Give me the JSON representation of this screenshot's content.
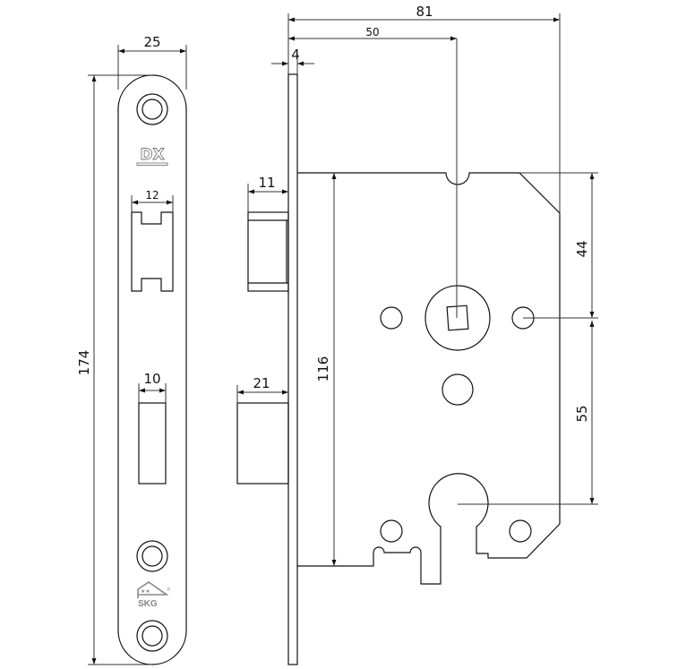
{
  "title": "Mortise lock technical drawing",
  "dimensions": {
    "faceplate_width": "25",
    "faceplate_length": "174",
    "latch_slot_width": "12",
    "bolt_slot_width": "10",
    "faceplate_thickness": "4",
    "backset_total": "81",
    "backset": "50",
    "latch_projection": "11",
    "bolt_projection": "21",
    "body_height": "116",
    "top_to_spindle": "44",
    "spindle_to_cylinder": "55"
  },
  "logos": {
    "brand": "DX",
    "certification": "SKG",
    "certification_stars": "★★",
    "registered": "®"
  },
  "colors": {
    "line": "#111111",
    "logo": "#888888"
  }
}
